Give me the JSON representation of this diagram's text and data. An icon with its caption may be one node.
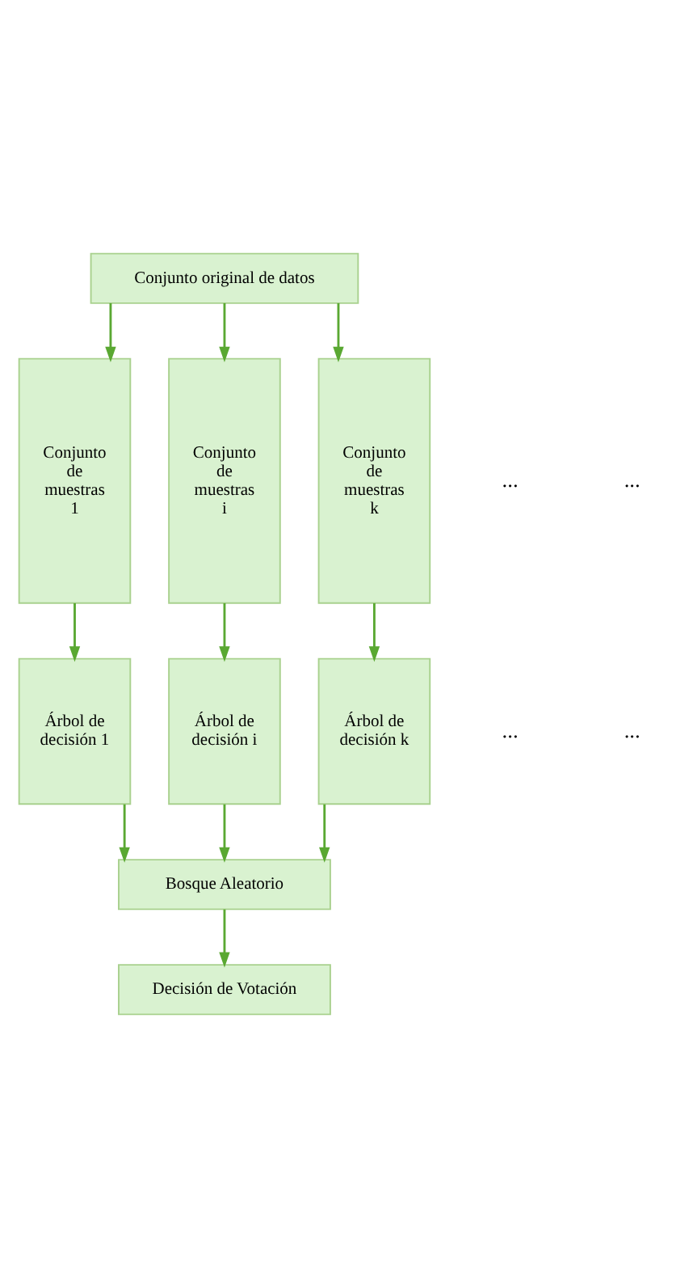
{
  "diagram": {
    "nodes": [
      {
        "text": [
          "Conjunto original de datos"
        ]
      },
      {
        "text": [
          "Conjunto de muestras 1"
        ]
      },
      {
        "text": [
          "Conjunto de muestras i"
        ]
      },
      {
        "text": [
          "Conjunto de muestras k"
        ]
      },
      {
        "text": [
          "Árbol de decisión 1"
        ]
      },
      {
        "text": [
          "Árbol de decisión i"
        ]
      },
      {
        "text": [
          "Árbol de decisión k"
        ]
      },
      {
        "text": [
          "Bosque Aleatorio"
        ]
      },
      {
        "text": [
          "Decisión de Votación"
        ]
      }
    ],
    "edges": [
      {
        "from": 0,
        "to": 1,
        "arrow": "to"
      },
      {
        "from": 0,
        "to": 2,
        "arrow": "to"
      },
      {
        "from": 0,
        "to": 3,
        "arrow": "to"
      },
      {
        "from": 1,
        "to": 4,
        "arrow": "to"
      },
      {
        "from": 2,
        "to": 5,
        "arrow": "to"
      },
      {
        "from": 3,
        "to": 6,
        "arrow": "to"
      },
      {
        "from": 4,
        "to": 7,
        "arrow": "to"
      },
      {
        "from": 5,
        "to": 7,
        "arrow": "to"
      },
      {
        "from": 6,
        "to": 7,
        "arrow": "to"
      },
      {
        "from": 7,
        "to": 8,
        "arrow": "to"
      }
    ],
    "labels": [
      "...",
      "...",
      "...",
      "..."
    ]
  }
}
